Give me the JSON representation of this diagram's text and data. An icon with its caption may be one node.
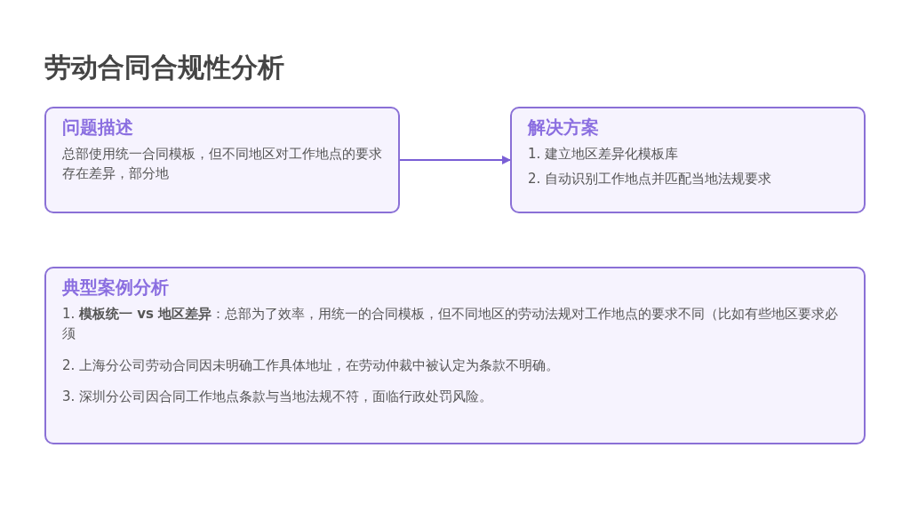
{
  "diagram": {
    "title": "劳动合同合规性分析",
    "nodes": [
      {
        "text": [
          "问题描述",
          "总部使用统一合同模板，但不同地区对工作地点的要求存在差异，部分地"
        ]
      },
      {
        "text": [
          "解决方案",
          "1. 建立地区差异化模板库",
          "2. 自动识别工作地点并匹配当地法规要求"
        ]
      },
      {
        "text": [
          "典型案例分析",
          "1. **模板统一 vs 地区差异**：总部为了效率，用统一的合同模板，但不同地区的劳动法规对工作地点的要求不同（比如有些地区要求必须",
          "2. 上海分公司劳动合同因未明确工作具体地址，在劳动仲裁中被认定为条款不明确。",
          "3. 深圳分公司因合同工作地点条款与当地法规不符，面临行政处罚风险。"
        ]
      }
    ],
    "edges": [
      {
        "from": 0,
        "to": 1,
        "arrow": "to"
      }
    ]
  }
}
